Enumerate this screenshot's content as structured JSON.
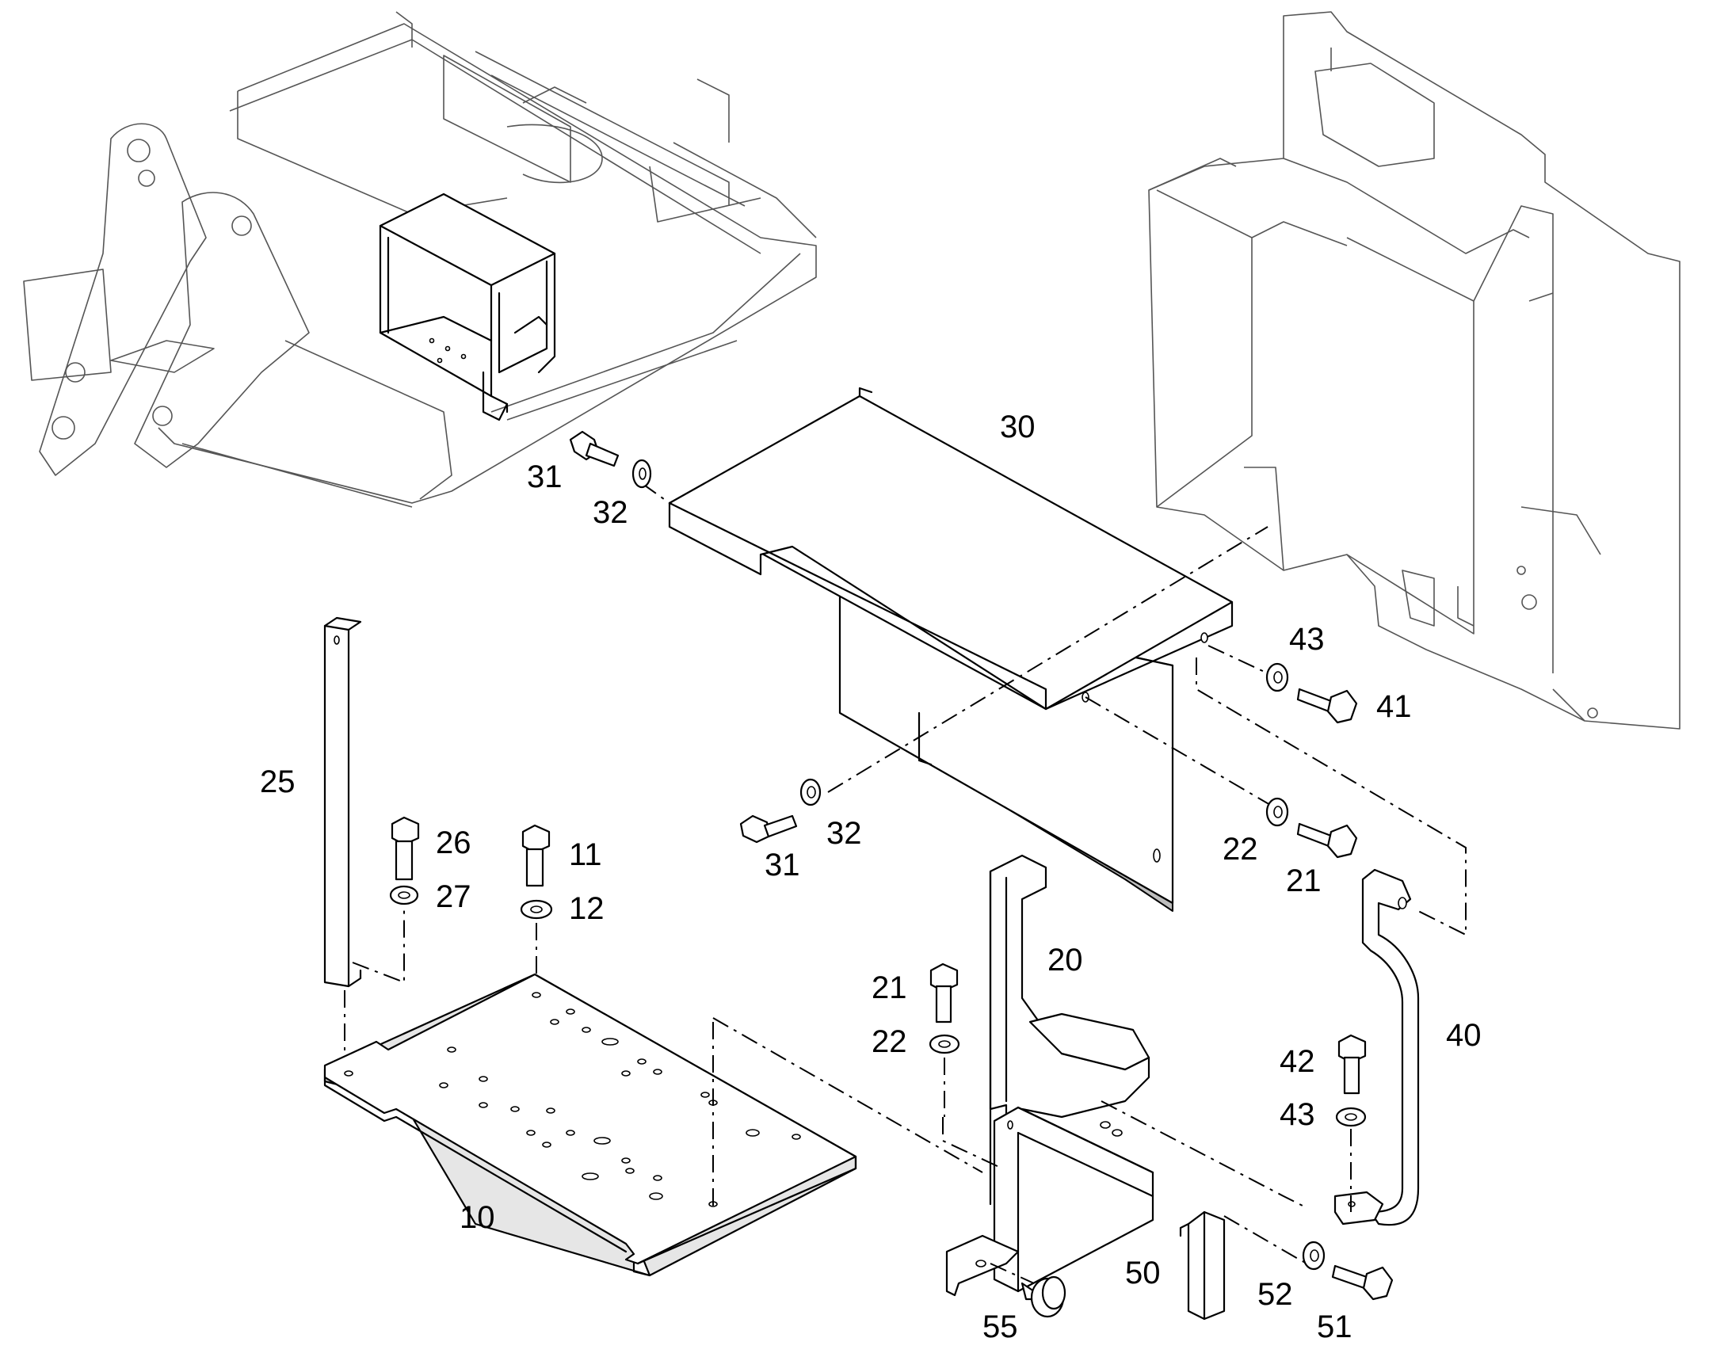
{
  "labels": {
    "l10": "10",
    "l11": "11",
    "l12": "12",
    "l20": "20",
    "l21a": "21",
    "l21b": "21",
    "l22a": "22",
    "l22b": "22",
    "l25": "25",
    "l26": "26",
    "l27": "27",
    "l30": "30",
    "l31a": "31",
    "l31b": "31",
    "l32a": "32",
    "l32b": "32",
    "l40": "40",
    "l41": "41",
    "l42": "42",
    "l43a": "43",
    "l43b": "43",
    "l50": "50",
    "l51": "51",
    "l52": "52",
    "l55": "55"
  }
}
